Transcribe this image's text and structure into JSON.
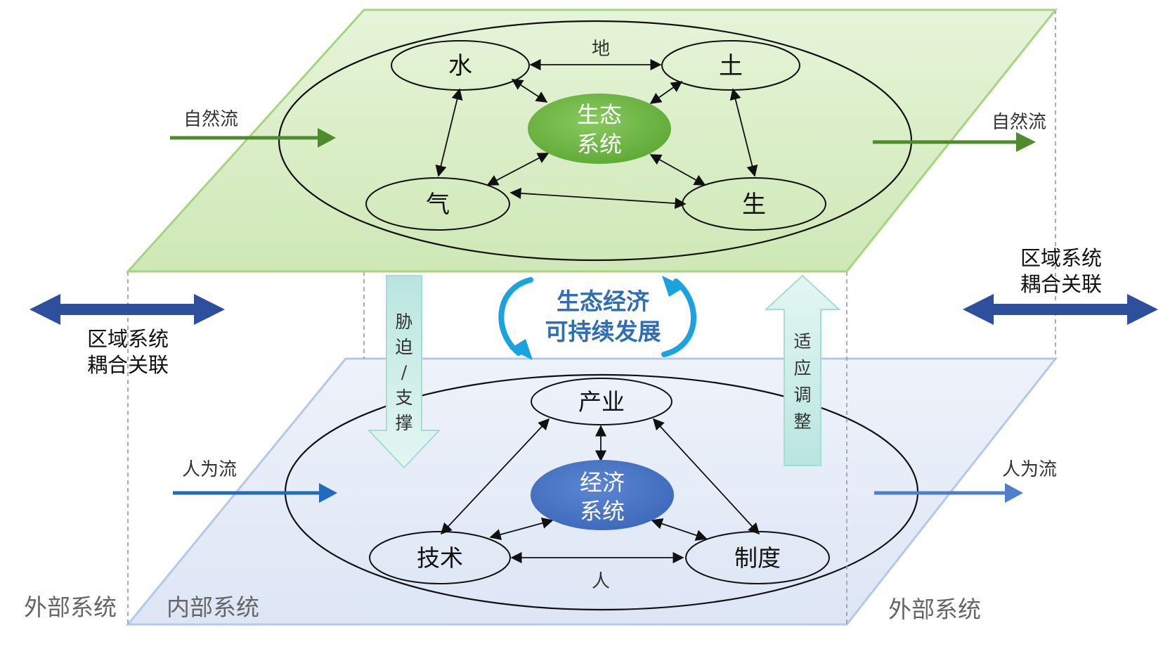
{
  "colors": {
    "top_plane": "#d6ecc0",
    "top_plane_edge": "#9fd07a",
    "bottom_plane": "#e4ebf7",
    "bottom_plane_edge": "#b6c8ea",
    "eco_core": "#6cb845",
    "eco_flow": "#4f8a2c",
    "econ_core": "#4472c4",
    "human_flow": "#1f6bbd",
    "coupling_arrow": "#2e4f9c",
    "down_up_arrow_fill": "#cdeee8",
    "cycle_arrow": "#1aa3e0",
    "center_text": "#2f6db5"
  },
  "diagram": {
    "top": {
      "core_line1": "生态",
      "core_line2": "系统",
      "nodes": {
        "water": "水",
        "soil": "土",
        "air": "气",
        "life": "生"
      },
      "top_edge_label": "地",
      "flow_in": "自然流",
      "flow_out": "自然流"
    },
    "bottom": {
      "core_line1": "经济",
      "core_line2": "系统",
      "nodes": {
        "industry": "产业",
        "technology": "技术",
        "institution": "制度"
      },
      "bottom_edge_label": "人",
      "flow_in": "人为流",
      "flow_out": "人为流"
    },
    "middle": {
      "center_line1": "生态经济",
      "center_line2": "可持续发展",
      "down_arrow_chars": [
        "胁",
        "迫",
        "/",
        "支",
        "撑"
      ],
      "up_arrow_chars": [
        "适",
        "应",
        "调",
        "整"
      ]
    },
    "coupling": {
      "left_line1": "区域系统",
      "left_line2": "耦合关联",
      "right_line1": "区域系统",
      "right_line2": "耦合关联"
    },
    "labels": {
      "external_left": "外部系统",
      "internal": "内部系统",
      "external_right": "外部系统"
    }
  }
}
